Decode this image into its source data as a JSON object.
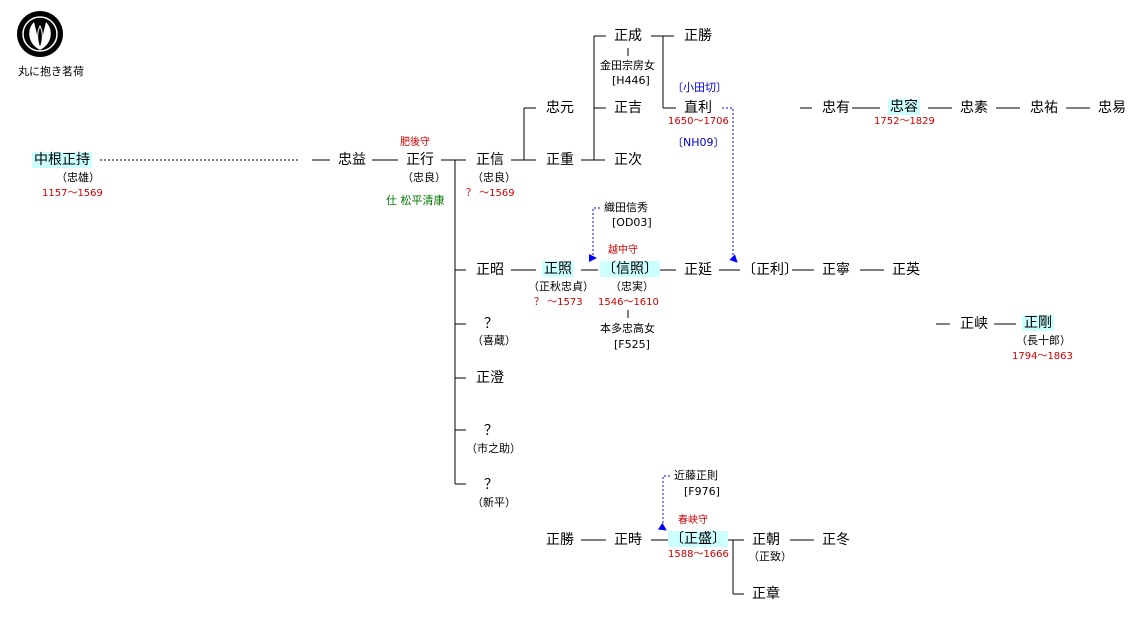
{
  "crest": {
    "icon": "maru-ni-dakimyoga-crest-icon",
    "label": "丸に抱き茗荷"
  },
  "colors": {
    "highlight": "#ccffff",
    "title_red": "#cc0000",
    "note_blue": "#0000cc",
    "service_green": "#007700",
    "arrow_blue": "#0000ff"
  },
  "people": {
    "mochitada": {
      "name": "中根正持",
      "alias": "（忠雄）",
      "years": "1157～1569"
    },
    "tadamasu": {
      "name": "忠益"
    },
    "masayuki": {
      "title": "肥後守",
      "name": "正行",
      "alias": "（忠良）",
      "service": "仕 松平清康"
    },
    "masanobu": {
      "name": "正信",
      "alias": "（忠良）",
      "years": "？ ～1569"
    },
    "tadamoto": {
      "name": "忠元"
    },
    "masashige": {
      "name": "正重"
    },
    "masanari": {
      "name": "正成",
      "spouse": "金田宗房女",
      "spouse_ref": "[H446]"
    },
    "masakatsu_a": {
      "name": "正勝"
    },
    "masayoshi": {
      "name": "正吉"
    },
    "masatsugu": {
      "name": "正次"
    },
    "naotoshi": {
      "note": "〔小田切〕",
      "name": "直利",
      "years": "1650～1706",
      "ref": "〔NH09〕"
    },
    "tadaari": {
      "name": "忠有"
    },
    "tadayasu": {
      "name": "忠容",
      "years": "1752～1829"
    },
    "tadamoto2": {
      "name": "忠素"
    },
    "tadasuke": {
      "name": "忠祐"
    },
    "tadayasu2": {
      "name": "忠易"
    },
    "masaaki": {
      "name": "正昭"
    },
    "masateru": {
      "name": "正照",
      "alias": "（正秋忠貞）",
      "years": "？ ～1573"
    },
    "nobuteru": {
      "title": "越中守",
      "name": "〔信照〕",
      "alias": "（忠実）",
      "years": "1546～1610",
      "spouse": "本多忠高女",
      "spouse_ref": "[F525]"
    },
    "oda": {
      "name": "織田信秀",
      "ref": "[OD03]"
    },
    "masanobu2": {
      "name": "正延"
    },
    "masatoshi": {
      "name": "〔正利〕"
    },
    "masayasu": {
      "name": "正寧"
    },
    "masahide": {
      "name": "正英"
    },
    "masamine": {
      "name": "正峡"
    },
    "masatake": {
      "name": "正剛",
      "alias": "（長十郎）",
      "years": "1794～1863"
    },
    "unk1": {
      "name": "？",
      "alias": "（喜蔵）"
    },
    "masazumi": {
      "name": "正澄"
    },
    "unk2": {
      "name": "？",
      "alias": "（市之助）"
    },
    "unk3": {
      "name": "？",
      "alias": "（新平）"
    },
    "masakatsu_b": {
      "name": "正勝"
    },
    "masatoki": {
      "name": "正時"
    },
    "kondo": {
      "name": "近藤正則",
      "ref": "[F976]"
    },
    "masamori": {
      "title": "春峡守",
      "name": "〔正盛〕",
      "years": "1588～1666"
    },
    "masatomo": {
      "name": "正朝",
      "alias": "（正致）"
    },
    "masafuyu": {
      "name": "正冬"
    },
    "masaaki2": {
      "name": "正章"
    }
  }
}
